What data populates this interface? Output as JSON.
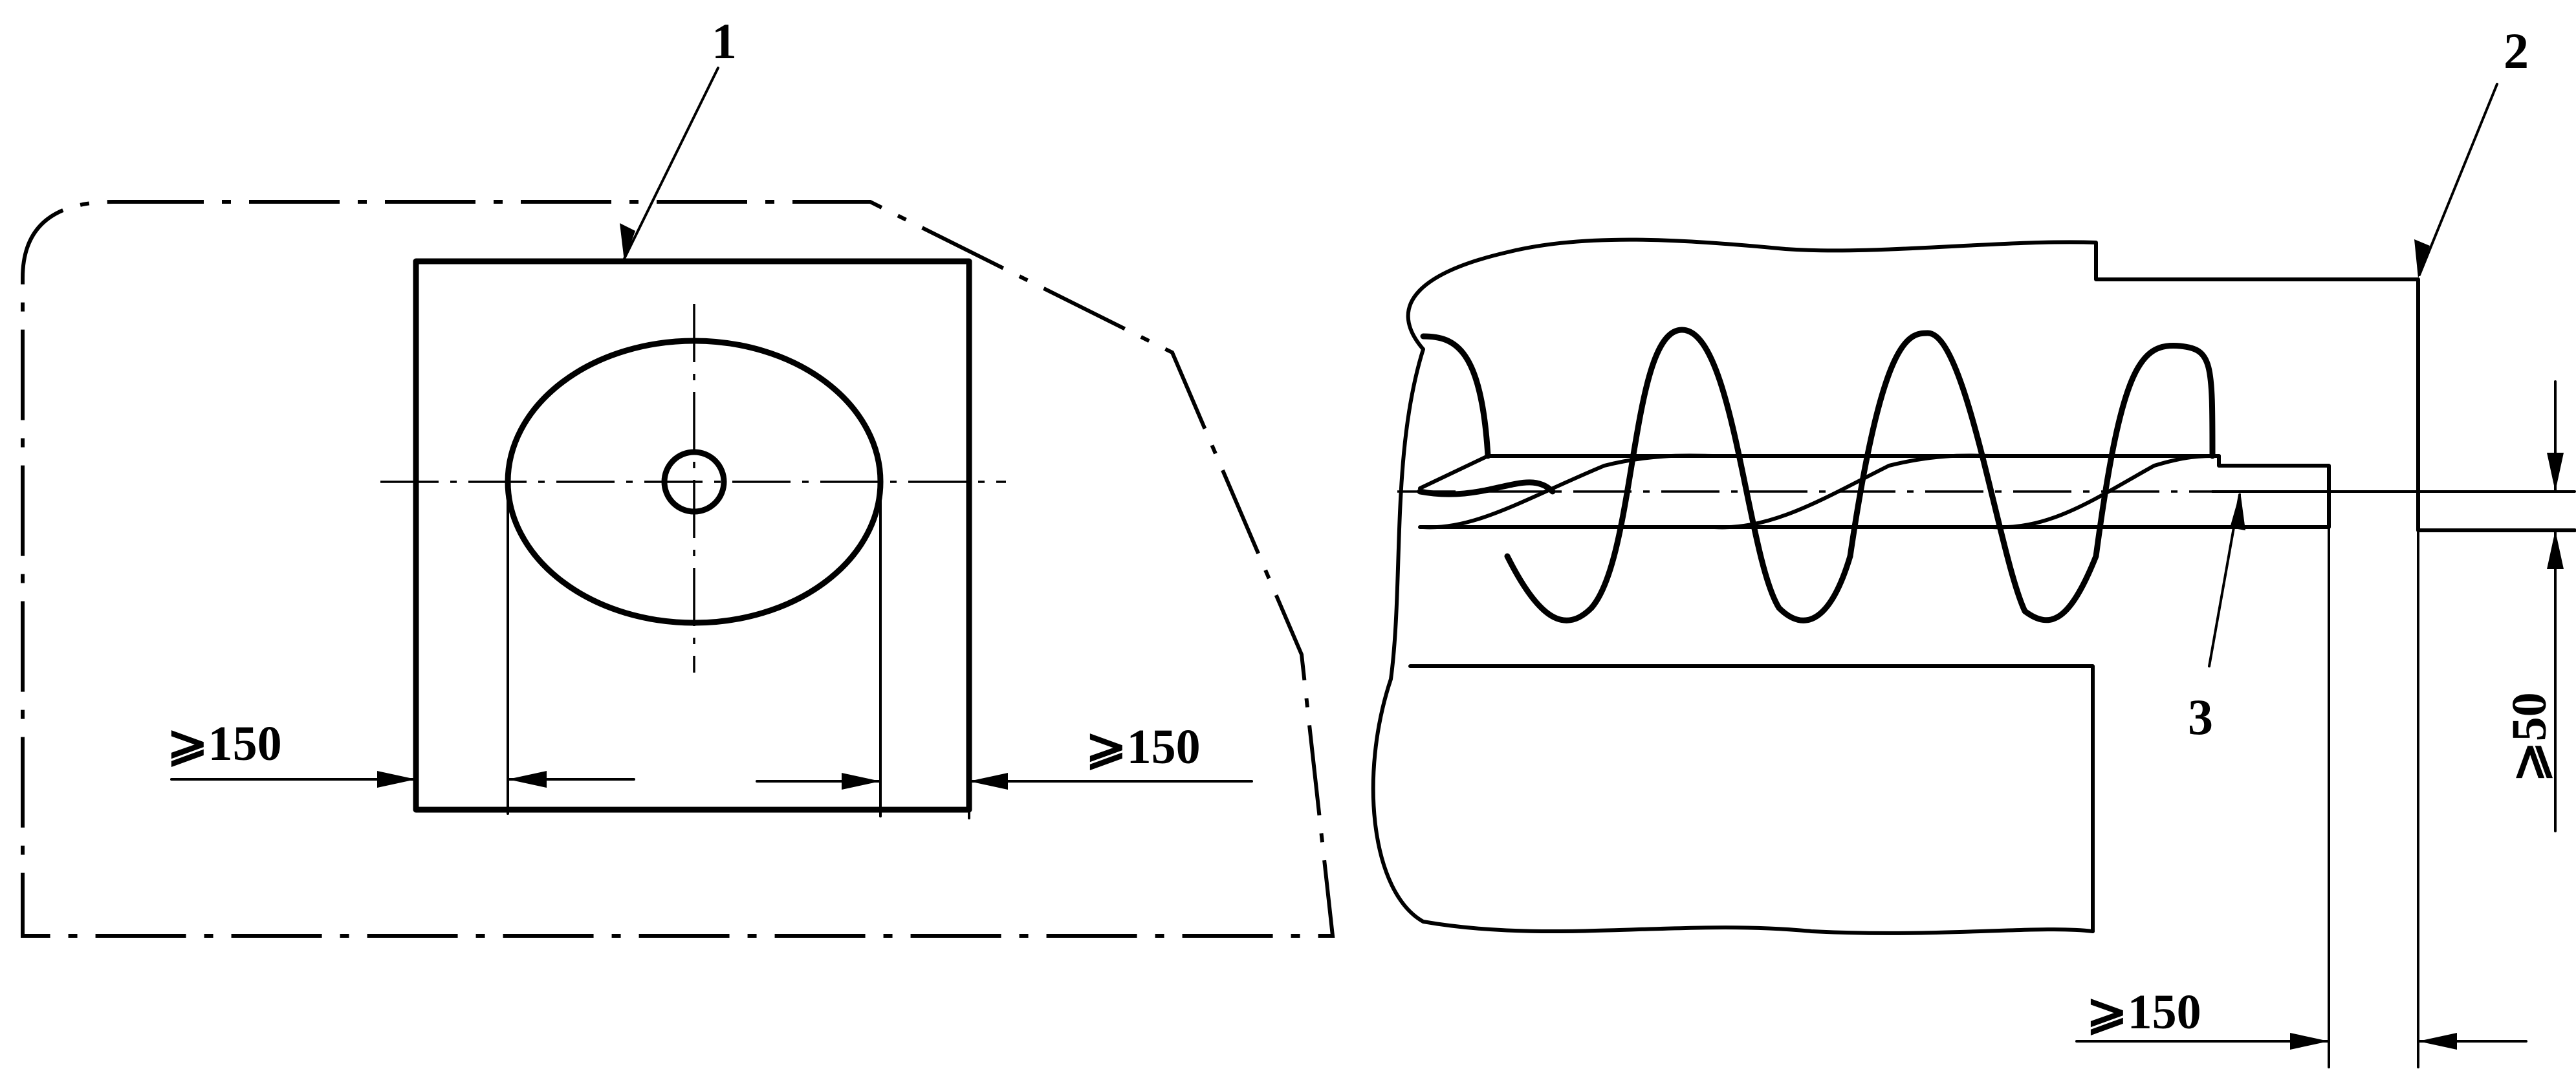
{
  "labels": {
    "callout_1": "1",
    "callout_2": "2",
    "callout_3": "3"
  },
  "dimensions": {
    "left_clearance": "⩾150",
    "right_clearance": "⩾150",
    "bottom_clearance": "⩾150",
    "vertical_clearance": "⩾50"
  }
}
